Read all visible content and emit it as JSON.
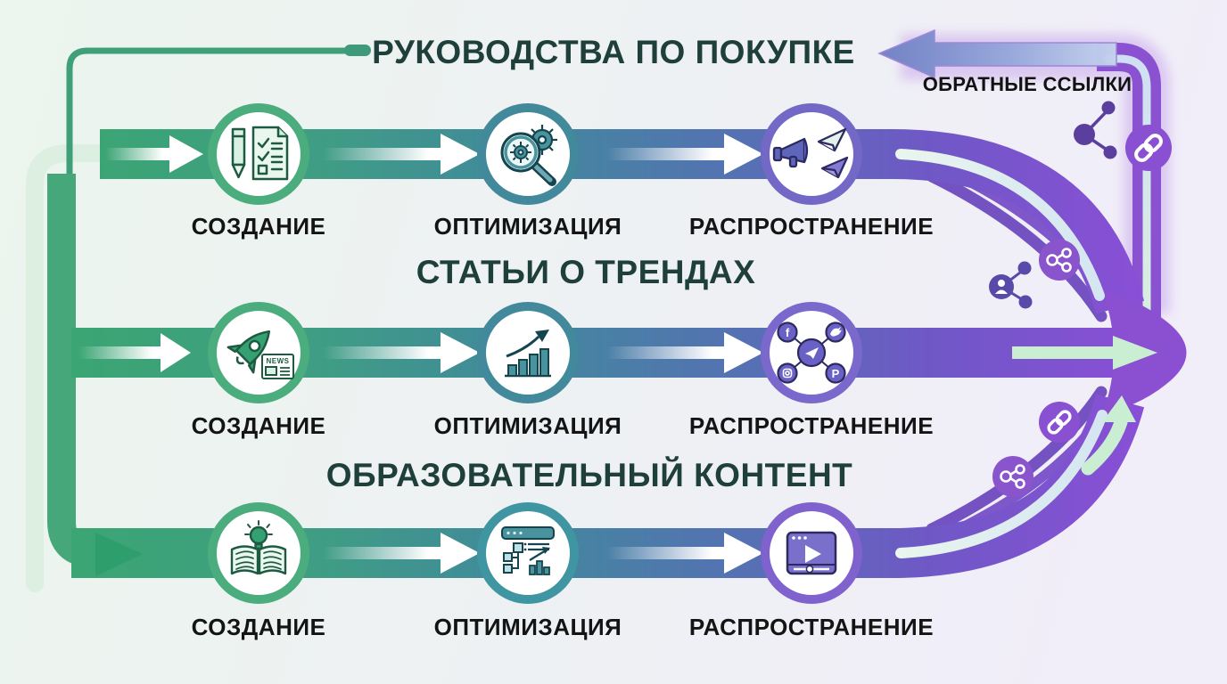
{
  "diagram": {
    "backlinks_label": "ОБРАТНЫЕ ССЫЛКИ",
    "rows": [
      {
        "title": "РУКОВОДСТВА ПО ПОКУПКЕ",
        "stages": [
          {
            "label": "СОЗДАНИЕ",
            "icon": "pencil-checklist-icon"
          },
          {
            "label": "ОПТИМИЗАЦИЯ",
            "icon": "magnifier-gears-icon"
          },
          {
            "label": "РАСПРОСТРАНЕНИЕ",
            "icon": "megaphone-paper-planes-icon"
          }
        ]
      },
      {
        "title": "СТАТЬИ О ТРЕНДАХ",
        "stages": [
          {
            "label": "СОЗДАНИЕ",
            "icon": "rocket-news-icon"
          },
          {
            "label": "ОПТИМИЗАЦИЯ",
            "icon": "growth-chart-icon"
          },
          {
            "label": "РАСПРОСТРАНЕНИЕ",
            "icon": "social-network-icon"
          }
        ]
      },
      {
        "title": "ОБРАЗОВАТЕЛЬНЫЙ КОНТЕНТ",
        "stages": [
          {
            "label": "СОЗДАНИЕ",
            "icon": "book-lightbulb-icon"
          },
          {
            "label": "ОПТИМИЗАЦИЯ",
            "icon": "sitemap-analytics-icon"
          },
          {
            "label": "РАСПРОСТРАНЕНИЕ",
            "icon": "video-player-icon"
          }
        ]
      }
    ],
    "icon_text": {
      "news": "NEWS",
      "facebook": "f",
      "pinterest": "P"
    },
    "colors": {
      "background_left": "#ecf5ee",
      "background_right": "#f0edf8",
      "flow_green": "#3ba573",
      "flow_teal": "#41899c",
      "flow_blue": "#5472b2",
      "flow_purple": "#8c4ed8",
      "pale_loop": "#dcefe1",
      "mint_arrow": "#c9eed2",
      "backlink_pipe": "#8a52d0",
      "title_text": "#1f3f3b",
      "label_text": "#141414"
    }
  }
}
